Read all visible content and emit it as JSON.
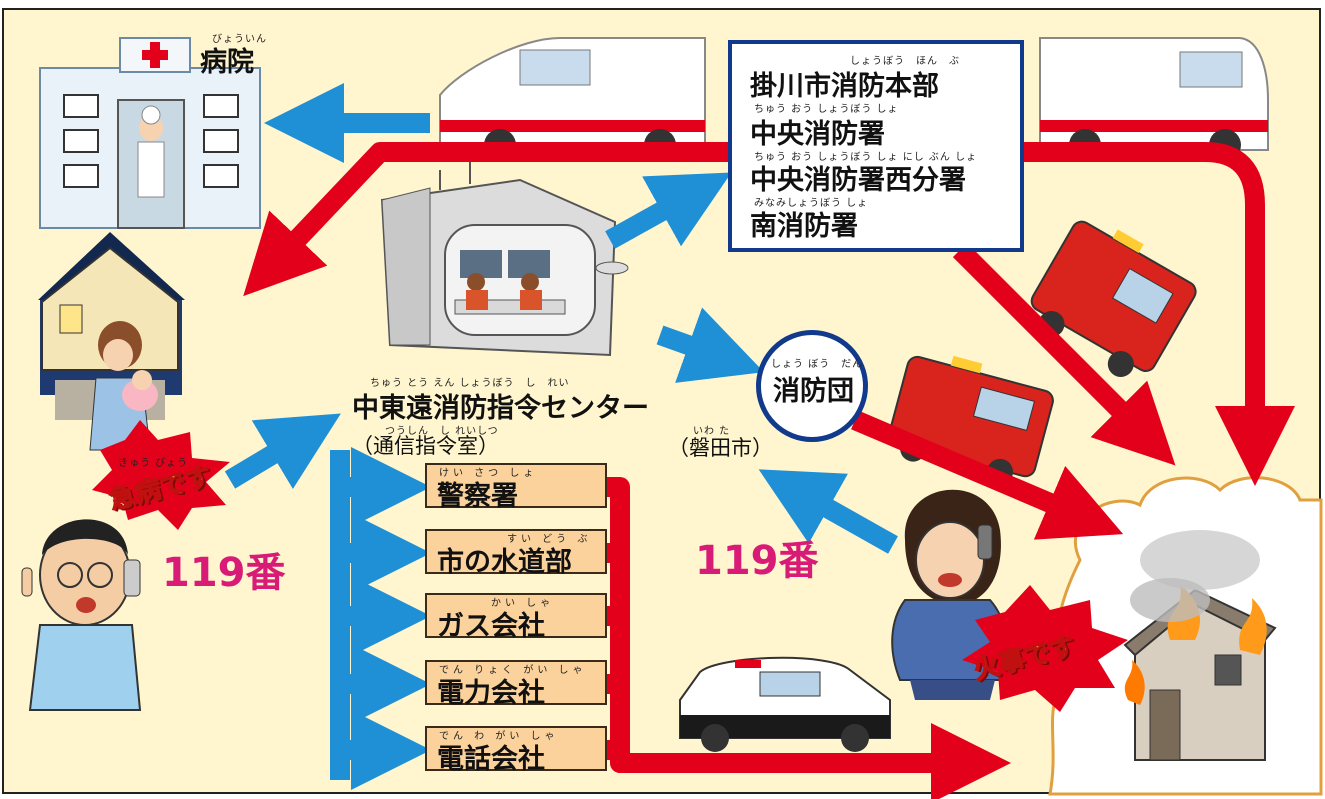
{
  "hospital": {
    "ruby": "びょういん",
    "label": "病院"
  },
  "hq": {
    "lines": [
      {
        "ruby": "しょうぼう　ほん　ぶ",
        "text": "掛川市消防本部"
      },
      {
        "ruby": "ちゅう おう しょうぼう しょ",
        "text": "中央消防署"
      },
      {
        "ruby": "ちゅう おう しょうぼう しょ にし ぶん しょ",
        "text": "中央消防署西分署"
      },
      {
        "ruby": "みなみしょうぼう しょ",
        "text": "南消防署"
      }
    ]
  },
  "command_center": {
    "ruby": "ちゅう とう えん しょうぼう　し　れい",
    "label": "中東遠消防指令センター",
    "sub_ruby": "つうしん　し れいしつ",
    "sub_label": "（通信指令室）"
  },
  "fire_brigade": {
    "ruby": "しょう ぼう　だん",
    "label": "消防団"
  },
  "iwata": {
    "ruby": "いわ た",
    "label": "（磐田市）"
  },
  "orgs": [
    {
      "ruby": "けい さつ しょ",
      "label": "警察署"
    },
    {
      "ruby": "すい どう ぶ",
      "label": "市の水道部"
    },
    {
      "ruby": "かい しゃ",
      "label": "ガス会社"
    },
    {
      "ruby": "でん りょく がい しゃ",
      "label": "電力会社"
    },
    {
      "ruby": "でん わ がい しゃ",
      "label": "電話会社"
    }
  ],
  "call_left": "119番",
  "call_right": "119番",
  "emergency": {
    "ruby": "きゅう びょう",
    "label": "急病です"
  },
  "fire": {
    "label": "火事です"
  },
  "colors": {
    "background": "#fff6cf",
    "red_arrow": "#e3001b",
    "blue_arrow": "#1f8fd6",
    "box_border": "#123a8c",
    "org_box": "#fbd29c",
    "call_number": "#d81b77"
  }
}
